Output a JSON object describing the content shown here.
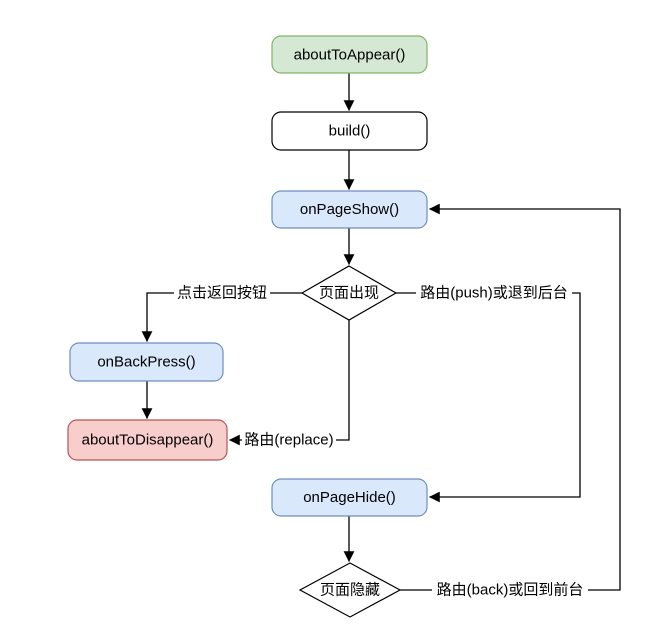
{
  "page": {
    "background": "#ffffff"
  },
  "diagram": {
    "type": "flowchart",
    "description": "Page lifecycle flowchart",
    "line_color": "#000000",
    "nodes": {
      "about_to_appear": {
        "label": "aboutToAppear()",
        "shape": "rounded-rect",
        "fill": "#d5e8d4",
        "stroke": "#82b366"
      },
      "build": {
        "label": "build()",
        "shape": "rounded-rect",
        "fill": "#ffffff",
        "stroke": "#000000"
      },
      "on_page_show": {
        "label": "onPageShow()",
        "shape": "rounded-rect",
        "fill": "#dae8fc",
        "stroke": "#6c8ebf"
      },
      "page_appear_decision": {
        "label": "页面出现",
        "shape": "diamond",
        "fill": "#ffffff",
        "stroke": "#000000"
      },
      "on_back_press": {
        "label": "onBackPress()",
        "shape": "rounded-rect",
        "fill": "#dae8fc",
        "stroke": "#6c8ebf"
      },
      "about_to_disappear": {
        "label": "aboutToDisappear()",
        "shape": "rounded-rect",
        "fill": "#f8cecc",
        "stroke": "#b85450"
      },
      "on_page_hide": {
        "label": "onPageHide()",
        "shape": "rounded-rect",
        "fill": "#dae8fc",
        "stroke": "#6c8ebf"
      },
      "page_hide_decision": {
        "label": "页面隐藏",
        "shape": "diamond",
        "fill": "#ffffff",
        "stroke": "#000000"
      }
    },
    "edge_labels": {
      "click_back_button": "点击返回按钮",
      "route_replace": "路由(replace)",
      "route_push_or_background": "路由(push)或退到后台",
      "route_back_or_foreground": "路由(back)或回到前台"
    }
  }
}
